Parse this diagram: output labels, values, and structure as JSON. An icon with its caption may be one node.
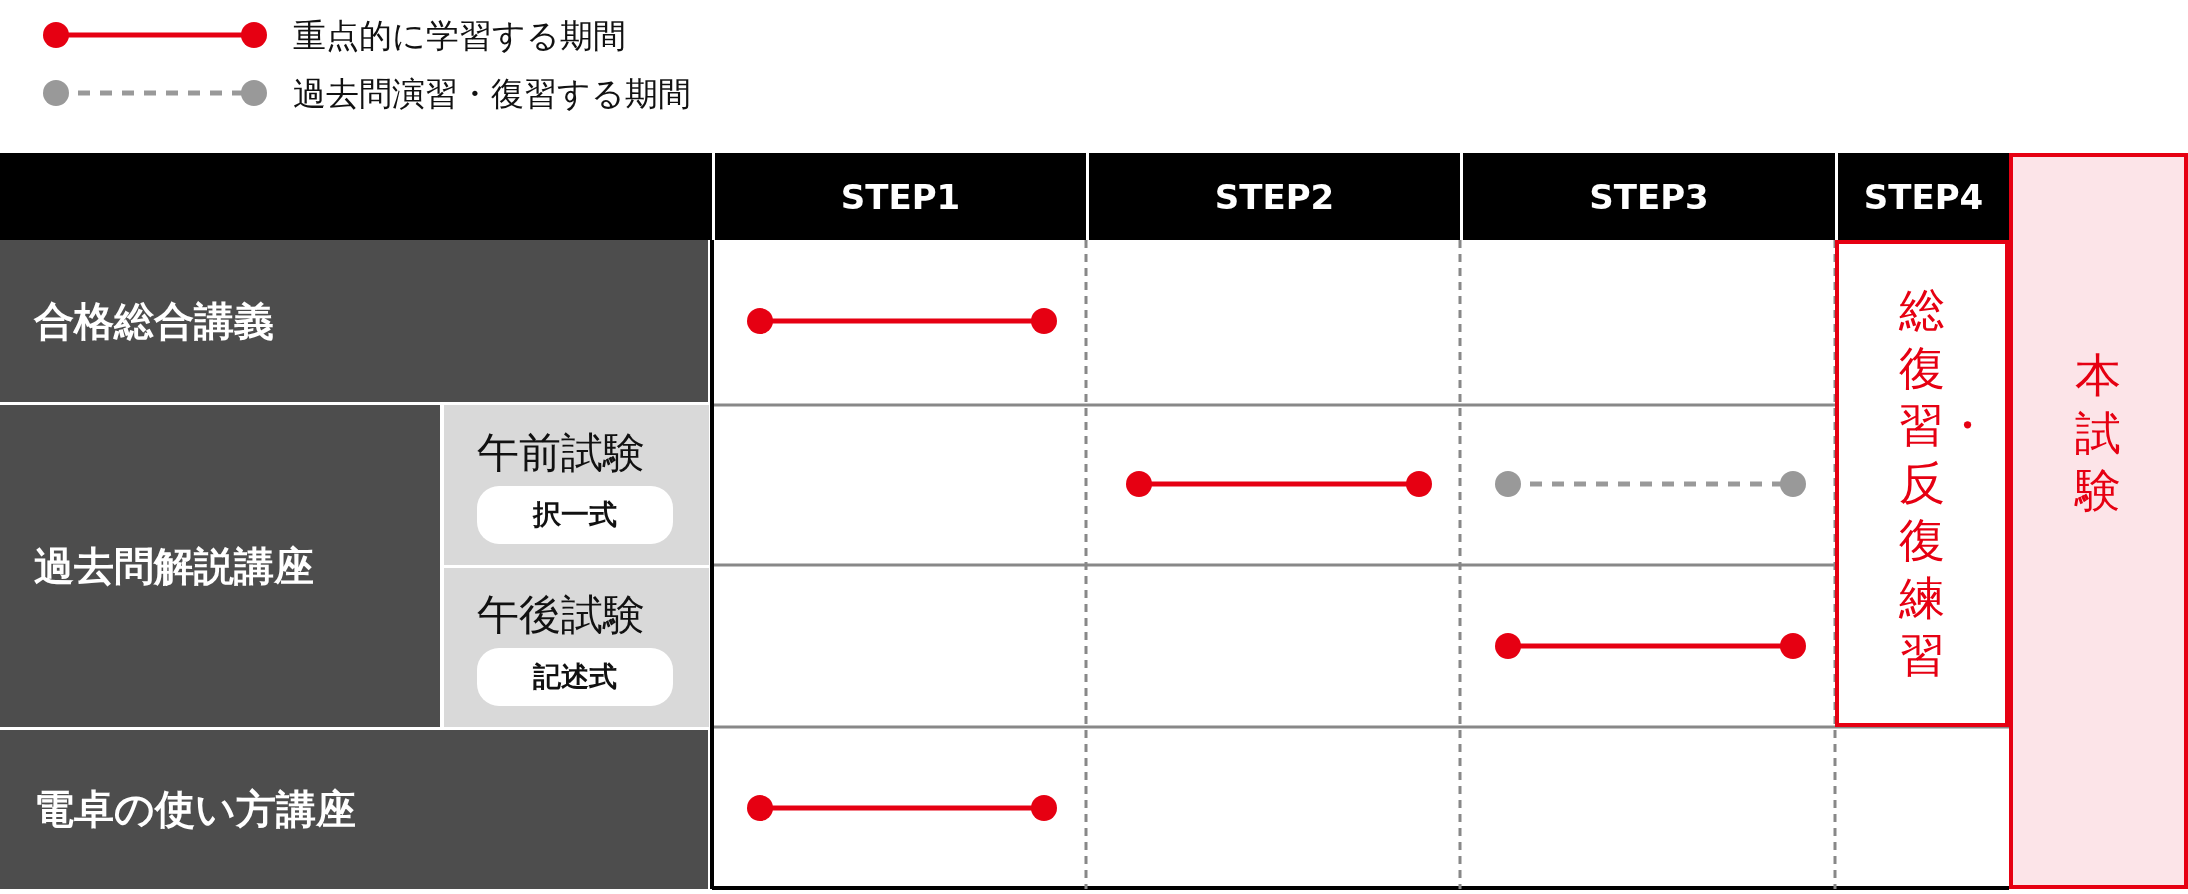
{
  "diagram": {
    "nodes": [
      {
        "text": [
          "総復習・反復練習"
        ]
      },
      {
        "text": [
          "本試験"
        ]
      },
      {
        "text": [
          "択一式"
        ]
      },
      {
        "text": [
          "記述式"
        ]
      }
    ],
    "edges": [],
    "labels": [
      "STEP1",
      "STEP2",
      "STEP3",
      "STEP4",
      "合格総合講義",
      "過去問解説講座",
      "午前試験",
      "午後試験",
      "電卓の使い方講座"
    ],
    "legend": [
      {
        "text": "重点的に学習する期間"
      },
      {
        "text": "過去問演習・復習する期間"
      }
    ]
  }
}
